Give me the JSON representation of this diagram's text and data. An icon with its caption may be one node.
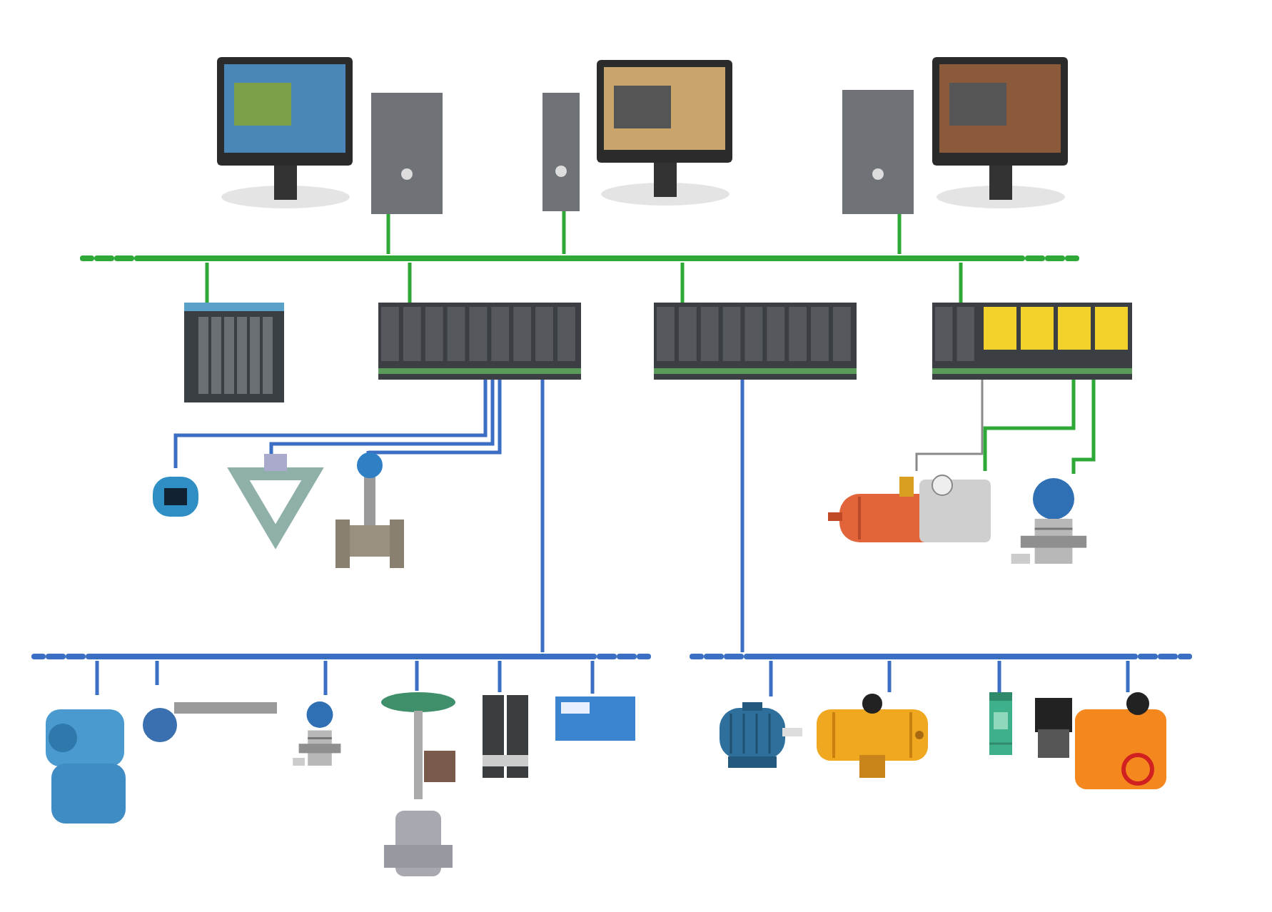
{
  "diagram": {
    "nodes": [
      {
        "text": [],
        "shape": "picture"
      },
      {
        "text": [],
        "shape": "picture"
      },
      {
        "text": [],
        "shape": "picture"
      },
      {
        "text": [],
        "shape": "bar"
      },
      {
        "text": [],
        "shape": "picture"
      },
      {
        "text": [],
        "shape": "picture"
      },
      {
        "text": [],
        "shape": "picture"
      },
      {
        "text": [],
        "shape": "picture"
      },
      {
        "text": [],
        "shape": "picture"
      },
      {
        "text": [],
        "shape": "picture"
      },
      {
        "text": [],
        "shape": "picture"
      },
      {
        "text": [],
        "shape": "picture"
      },
      {
        "text": [],
        "shape": "picture"
      },
      {
        "text": [],
        "shape": "bar"
      },
      {
        "text": [],
        "shape": "bar"
      },
      {
        "text": [],
        "shape": "picture"
      },
      {
        "text": [],
        "shape": "picture"
      },
      {
        "text": [],
        "shape": "picture"
      },
      {
        "text": [],
        "shape": "picture"
      },
      {
        "text": [],
        "shape": "picture"
      },
      {
        "text": [],
        "shape": "picture"
      },
      {
        "text": [],
        "shape": "picture"
      },
      {
        "text": [],
        "shape": "picture"
      },
      {
        "text": [],
        "shape": "picture"
      },
      {
        "text": [],
        "shape": "picture"
      }
    ],
    "edges": [
      {
        "from": 0,
        "to": 3,
        "arrow": "none",
        "color": "#2ea836"
      },
      {
        "from": 1,
        "to": 3,
        "arrow": "none",
        "color": "#2ea836"
      },
      {
        "from": 2,
        "to": 3,
        "arrow": "none",
        "color": "#2ea836"
      },
      {
        "from": 3,
        "to": 4,
        "arrow": "none",
        "color": "#2ea836"
      },
      {
        "from": 3,
        "to": 5,
        "arrow": "none",
        "color": "#2ea836"
      },
      {
        "from": 3,
        "to": 6,
        "arrow": "none",
        "color": "#2ea836"
      },
      {
        "from": 3,
        "to": 7,
        "arrow": "none",
        "color": "#2ea836"
      },
      {
        "from": 5,
        "to": 8,
        "arrow": "none"
      },
      {
        "from": 5,
        "to": 9,
        "arrow": "none"
      },
      {
        "from": 5,
        "to": 10,
        "arrow": "none"
      },
      {
        "from": 5,
        "to": 13,
        "arrow": "none"
      },
      {
        "from": 6,
        "to": 14,
        "arrow": "none"
      },
      {
        "from": 7,
        "to": 11,
        "arrow": "none",
        "color": "#8a8a8a"
      },
      {
        "from": 7,
        "to": 11,
        "arrow": "none",
        "color": "#2ea836"
      },
      {
        "from": 7,
        "to": 12,
        "arrow": "none",
        "color": "#2ea836"
      },
      {
        "from": 13,
        "to": 15,
        "arrow": "none"
      },
      {
        "from": 13,
        "to": 16,
        "arrow": "none"
      },
      {
        "from": 13,
        "to": 17,
        "arrow": "none"
      },
      {
        "from": 13,
        "to": 18,
        "arrow": "none"
      },
      {
        "from": 13,
        "to": 19,
        "arrow": "none"
      },
      {
        "from": 13,
        "to": 20,
        "arrow": "none"
      },
      {
        "from": 14,
        "to": 21,
        "arrow": "none"
      },
      {
        "from": 14,
        "to": 22,
        "arrow": "none"
      },
      {
        "from": 14,
        "to": 23,
        "arrow": "none"
      },
      {
        "from": 14,
        "to": 24,
        "arrow": "none"
      }
    ]
  }
}
